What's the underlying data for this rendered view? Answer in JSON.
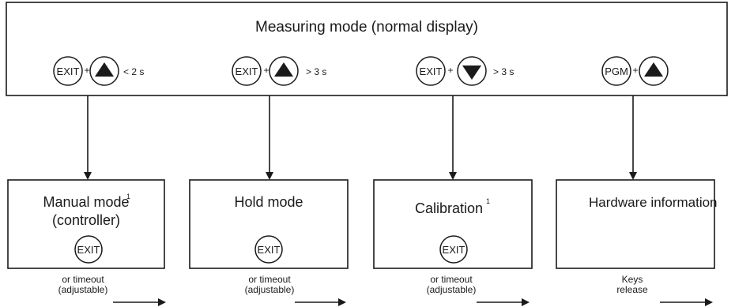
{
  "top_box": {
    "title": "Measuring mode (normal display)"
  },
  "combos": [
    {
      "key1": "EXIT",
      "plus": "+",
      "arrow": "up",
      "timing": "< 2 s"
    },
    {
      "key1": "EXIT",
      "plus": "+",
      "arrow": "up",
      "timing": "> 3 s"
    },
    {
      "key1": "EXIT",
      "plus": "+",
      "arrow": "down",
      "timing": "> 3 s"
    },
    {
      "key1": "PGM",
      "plus": "+",
      "arrow": "up",
      "timing": ""
    }
  ],
  "modes": [
    {
      "line1": "Manual mode",
      "sup": "1",
      "line2": "(controller)",
      "exit_key": "EXIT",
      "return_line1": "or timeout",
      "return_line2": "(adjustable)"
    },
    {
      "line1": "Hold mode",
      "sup": "",
      "line2": "",
      "exit_key": "EXIT",
      "return_line1": "or timeout",
      "return_line2": "(adjustable)"
    },
    {
      "line1": "Calibration",
      "sup": "1",
      "line2": "",
      "exit_key": "EXIT",
      "return_line1": "or timeout",
      "return_line2": "(adjustable)"
    },
    {
      "line1": "Hardware information",
      "sup": "",
      "line2": "",
      "exit_key": "",
      "return_line1": "Keys",
      "return_line2": "release"
    }
  ],
  "icons": {
    "up": "triangle-up-icon",
    "down": "triangle-down-icon",
    "return_arrow": "arrow-right-icon"
  },
  "colors": {
    "line": "#1a1a1a",
    "background": "#ffffff"
  }
}
